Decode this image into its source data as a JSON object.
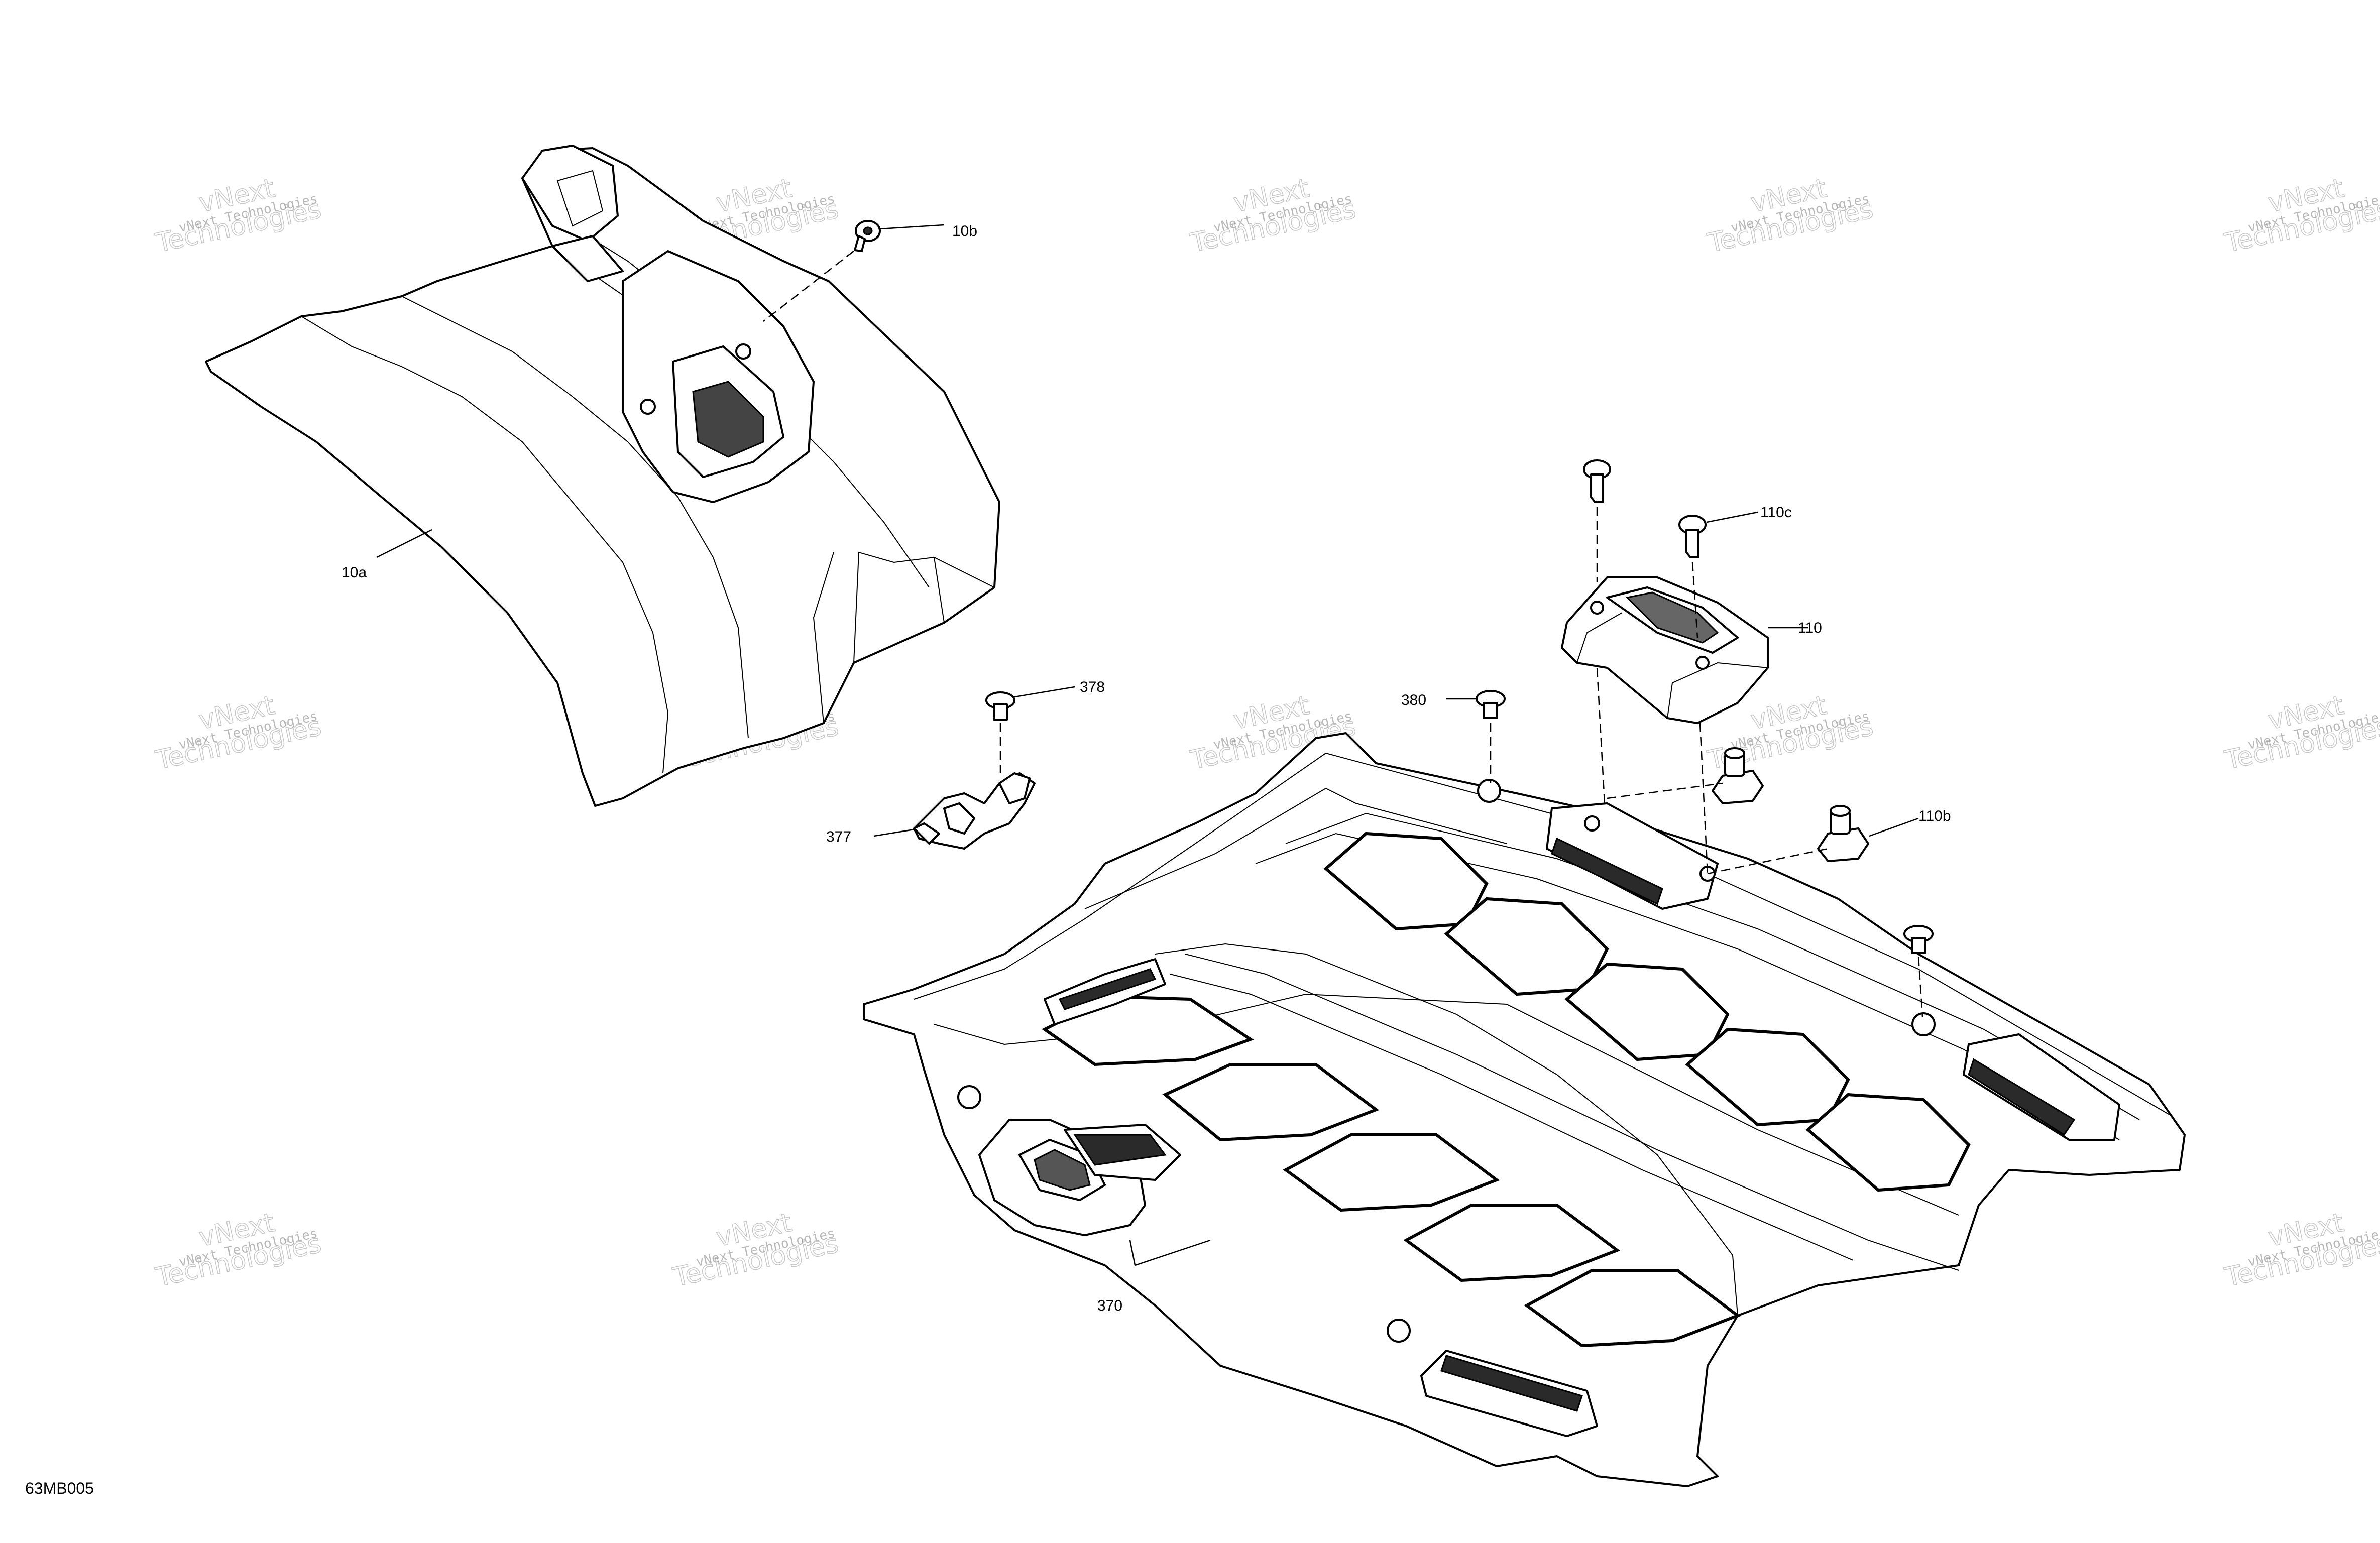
{
  "diagram": {
    "drawing_id": "63MB005",
    "watermark": {
      "line1": "vNext Technologies",
      "line2": "vNext",
      "line3": "Technologies"
    },
    "callouts": [
      {
        "id": "10a",
        "label": "10a"
      },
      {
        "id": "10b",
        "label": "10b"
      },
      {
        "id": "110c",
        "label": "110c"
      },
      {
        "id": "110",
        "label": "110"
      },
      {
        "id": "110b",
        "label": "110b"
      },
      {
        "id": "378",
        "label": "378"
      },
      {
        "id": "380",
        "label": "380"
      },
      {
        "id": "377",
        "label": "377"
      },
      {
        "id": "370",
        "label": "370"
      }
    ]
  }
}
